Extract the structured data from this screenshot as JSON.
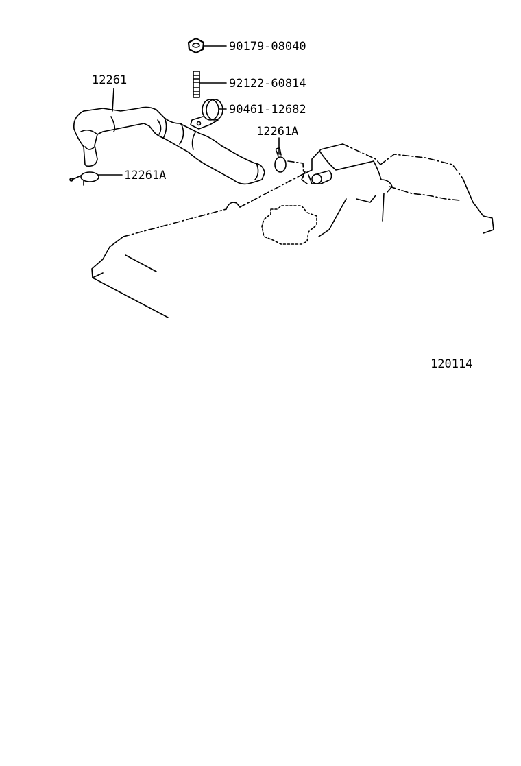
{
  "diagram": {
    "part_labels": {
      "hose": "12261",
      "clip_left": "12261A",
      "clip_right": "12261A",
      "nut": "90179-08040",
      "stud": "92122-60814",
      "clamp": "90461-12682"
    },
    "figure_number": "120114"
  }
}
